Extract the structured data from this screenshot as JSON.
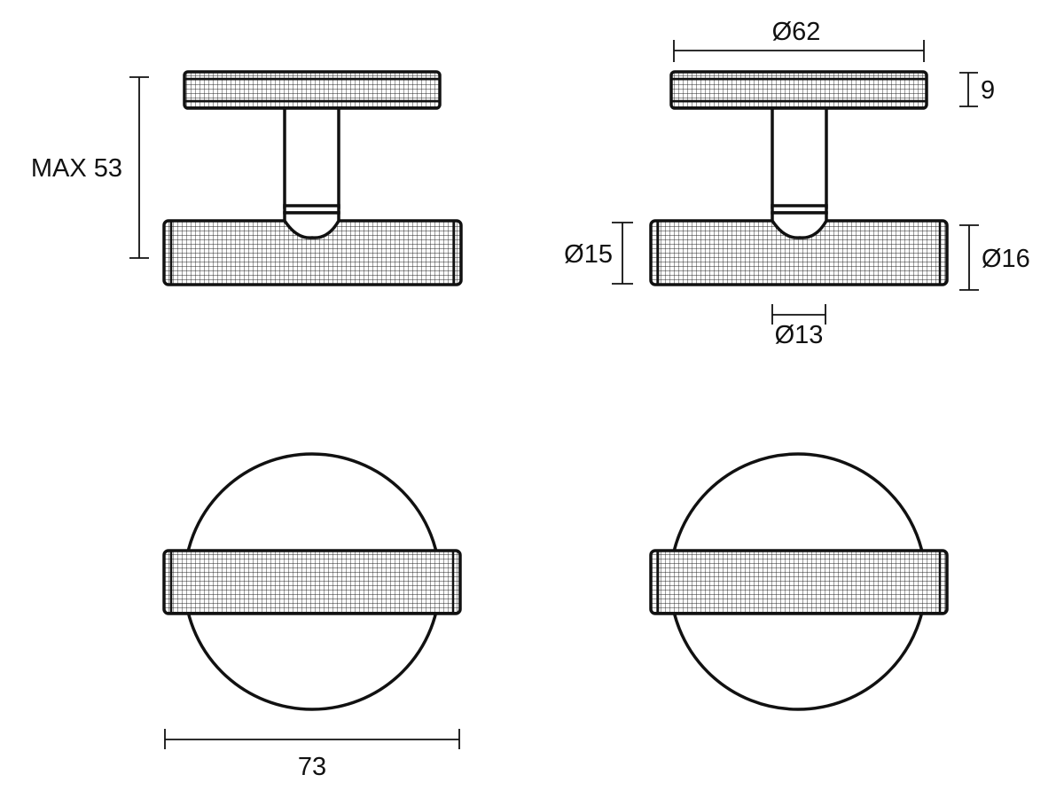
{
  "dimensions": {
    "max_height": "MAX 53",
    "rose_diameter": "Ø62",
    "rose_thickness": "9",
    "left_diameter": "Ø15",
    "right_diameter": "Ø16",
    "stem_diameter": "Ø13",
    "bar_length": "73"
  },
  "colors": {
    "line": "#111111",
    "background": "#ffffff",
    "knurl_pattern": "knurled-crosshatch"
  }
}
